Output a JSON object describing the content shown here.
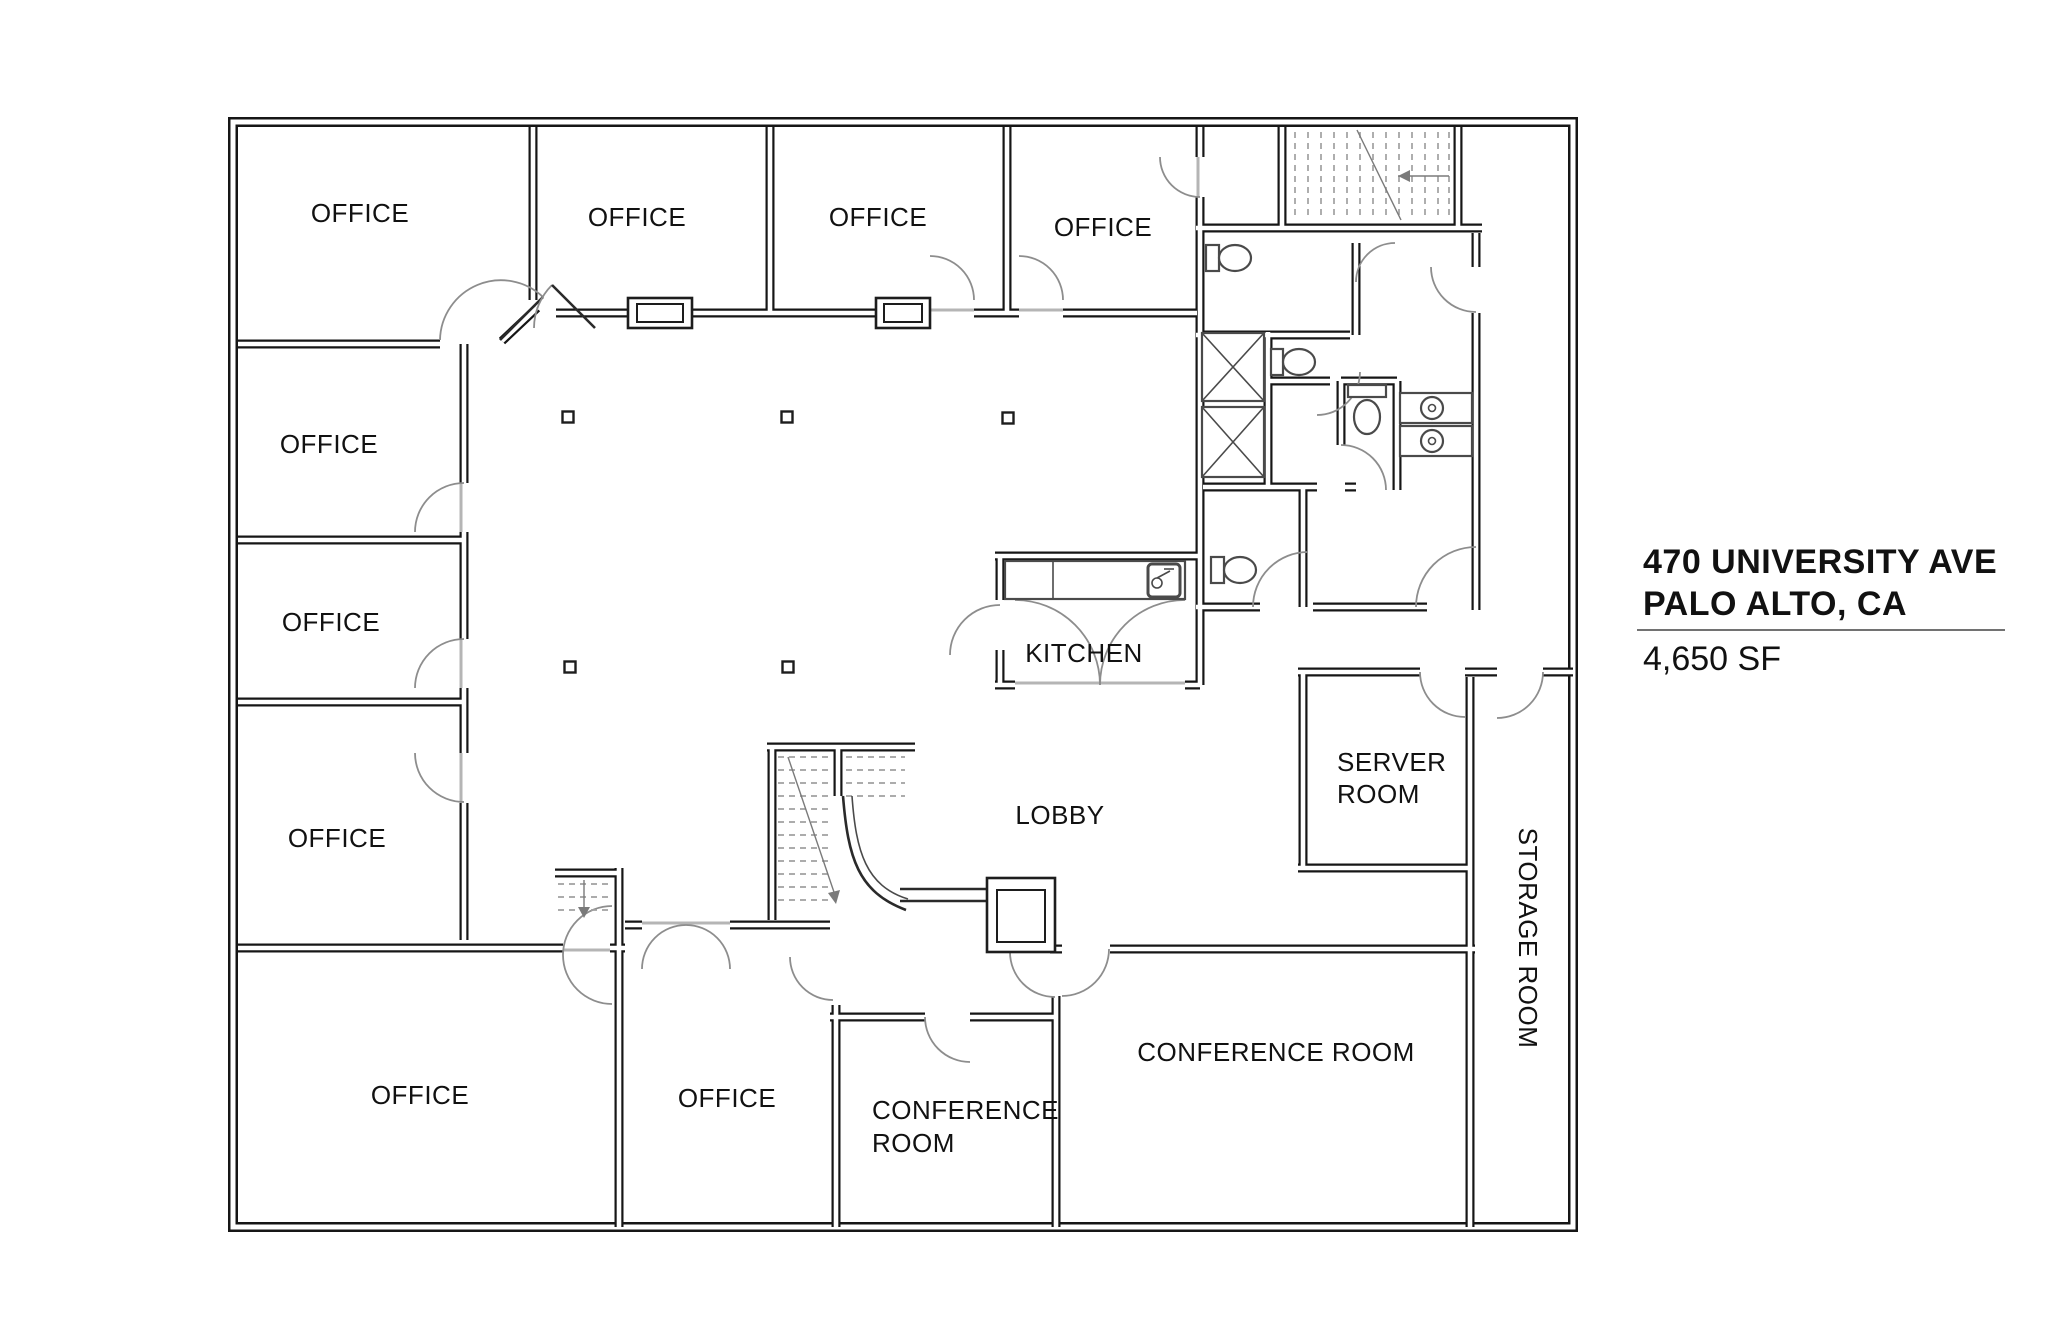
{
  "title": {
    "address_line1": "470 UNIVERSITY AVE",
    "address_line2": "PALO ALTO, CA",
    "area": "4,650 SF"
  },
  "rooms": {
    "office_top_1": "OFFICE",
    "office_top_2": "OFFICE",
    "office_top_3": "OFFICE",
    "office_top_4": "OFFICE",
    "office_left_1": "OFFICE",
    "office_left_2": "OFFICE",
    "office_left_3": "OFFICE",
    "office_bottom_large": "OFFICE",
    "office_bottom_2": "OFFICE",
    "conference_small_line1": "CONFERENCE",
    "conference_small_line2": "ROOM",
    "conference_large": "CONFERENCE ROOM",
    "kitchen": "KITCHEN",
    "lobby": "LOBBY",
    "server_line1": "SERVER",
    "server_line2": "ROOM",
    "storage": "STORAGE ROOM"
  },
  "colors": {
    "wall": "#161616",
    "door_arc": "#8d8d8d",
    "stair_hatch": "#a0a0a0",
    "fixture": "#4a4a4a",
    "text": "#111111",
    "rule": "#444444"
  }
}
